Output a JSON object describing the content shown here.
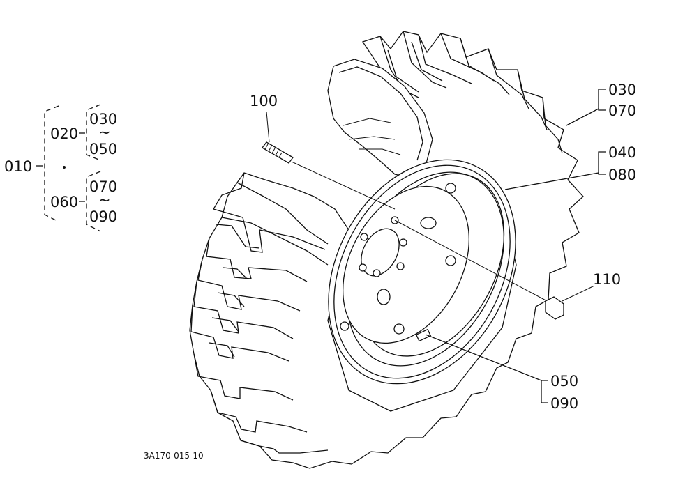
{
  "tree": {
    "root": "010",
    "group_a": "020",
    "group_a_from": "030",
    "group_a_to": "050",
    "group_b": "060",
    "group_b_from": "070",
    "group_b_to": "090",
    "range_mark": "~"
  },
  "callouts": {
    "stud": "100",
    "nut": "110",
    "tire_a": "030",
    "tire_b": "070",
    "rim_a": "040",
    "rim_b": "080",
    "valve_a": "050",
    "valve_b": "090"
  },
  "drawing_code": "3A170-015-10",
  "colors": {
    "ink": "#111111",
    "paper": "#ffffff"
  }
}
